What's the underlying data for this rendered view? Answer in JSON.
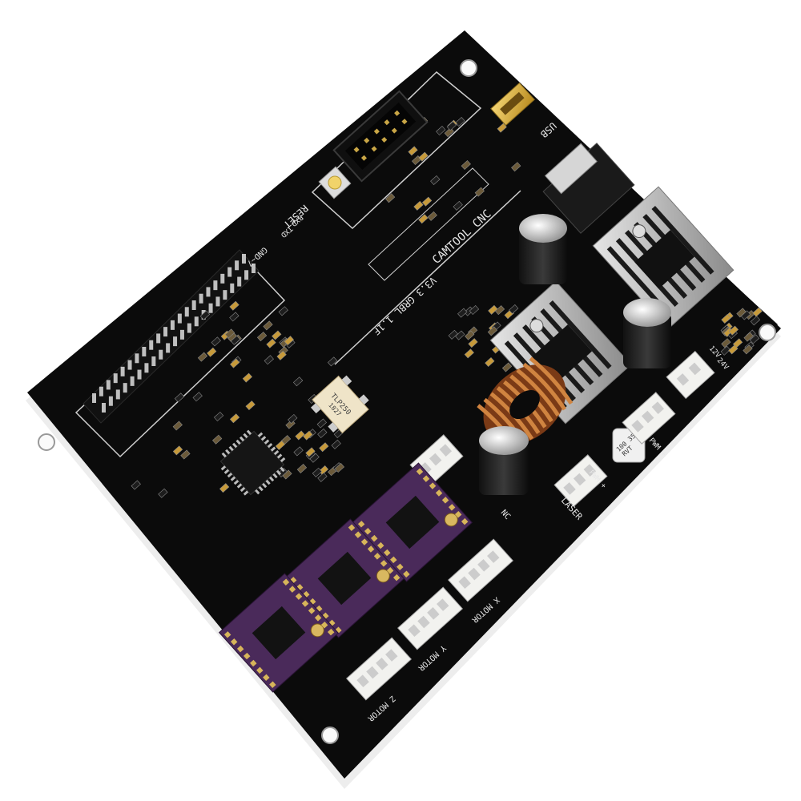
{
  "board": {
    "title_line1": "CAMTOOL CNC",
    "title_line2": "V3.3 GRBL 1.1F",
    "usb_label": "USB",
    "reset_label": "RESET",
    "txd_label": "TXD",
    "rxd_label": "RXD",
    "gnd_label": "GND~7",
    "optocoupler_label": "TLP250",
    "optocoupler_code": "1827",
    "capacitor_label": "100 35V",
    "capacitor_label2": "RVT",
    "laser_label": "LASER",
    "pwm_label": "PWM +",
    "pwm_label2": "PWM +",
    "fan_label": "12V",
    "fan_label2": "24V",
    "x_motor_label": "X MOTOR",
    "y_motor_label": "Y MOTOR",
    "z_motor_label": "Z MOTOR",
    "nc_label": "NC"
  },
  "colors": {
    "pcb": "#0b0b0b",
    "pcb_edge": "#1a1a1a",
    "silk": "#e8e8e8",
    "driver": "#4a2a5a",
    "gold": "#d8a630",
    "copper": "#b5652a",
    "heatsink": "#c8c8c8",
    "connector": "#f2f2ef"
  }
}
